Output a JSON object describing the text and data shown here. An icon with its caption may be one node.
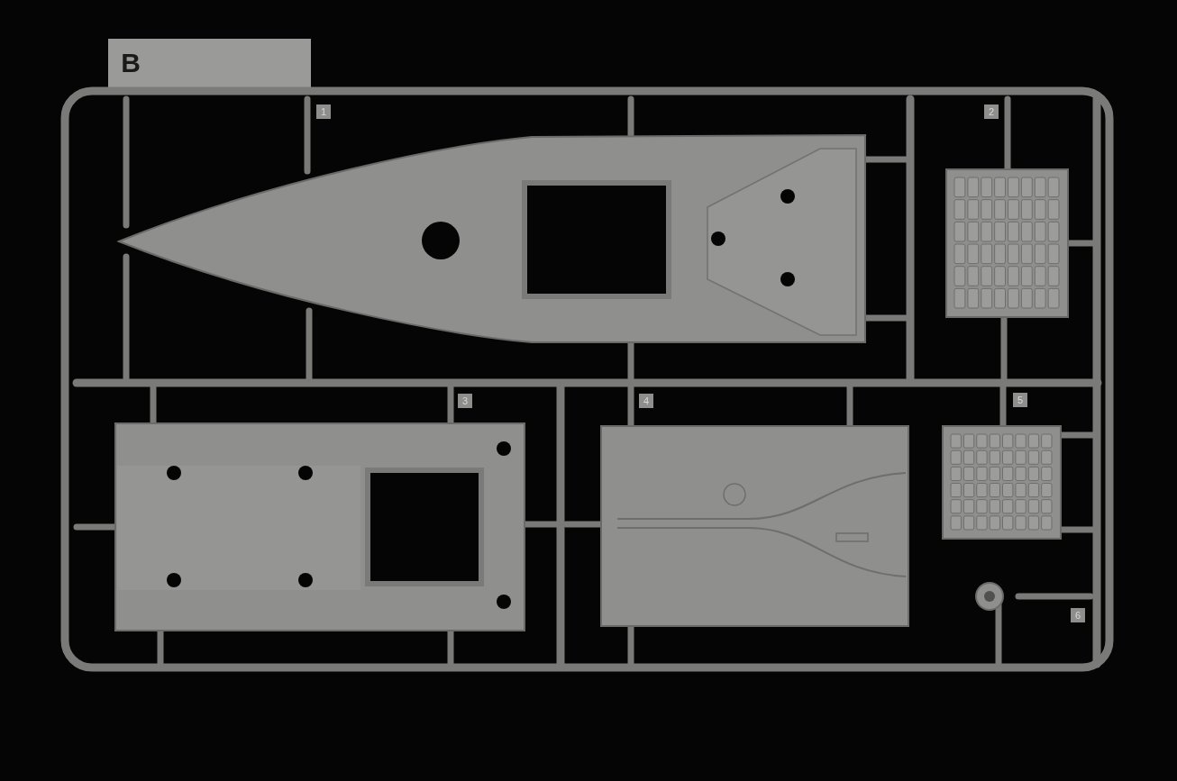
{
  "diagram": {
    "labels": [
      "B",
      "1",
      "2",
      "3",
      "4",
      "5",
      "6"
    ]
  }
}
